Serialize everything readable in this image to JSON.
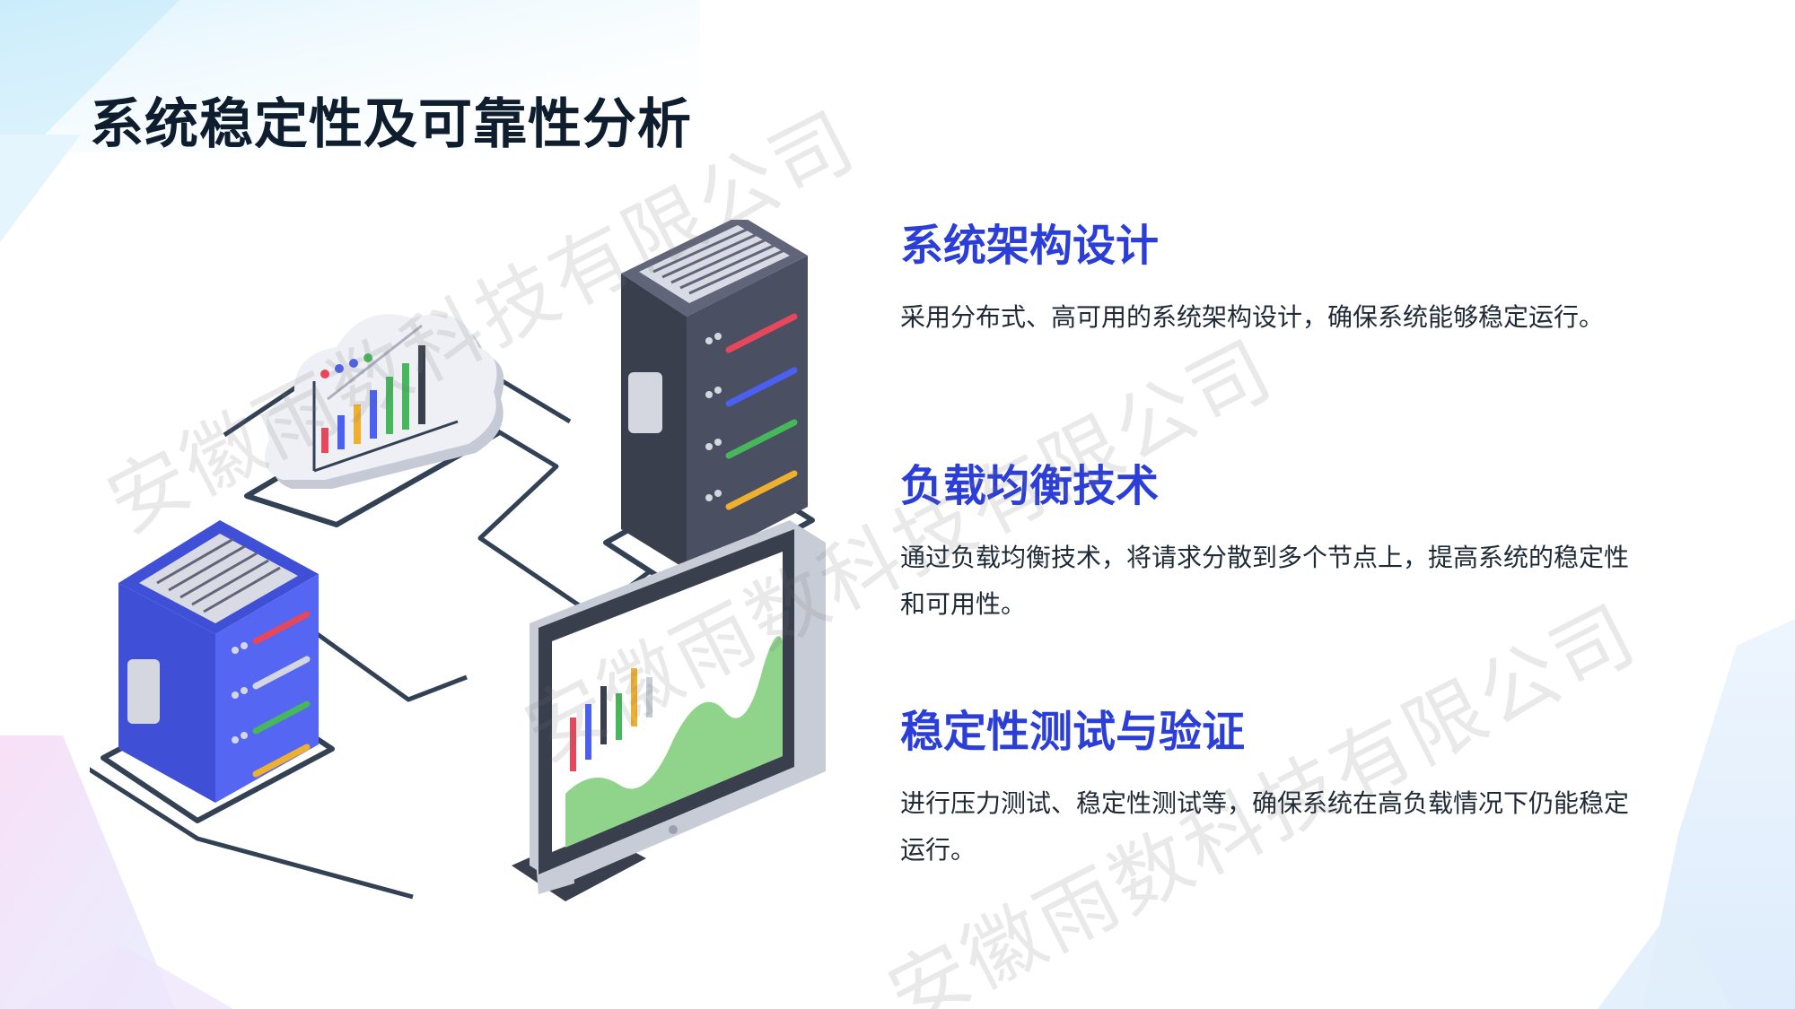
{
  "title": "系统稳定性及可靠性分析",
  "sections": [
    {
      "heading": "系统架构设计",
      "text": "采用分布式、高可用的系统架构设计，确保系统能够稳定运行。"
    },
    {
      "heading": "负载均衡技术",
      "text": "通过负载均衡技术，将请求分散到多个节点上，提高系统的稳定性和可用性。"
    },
    {
      "heading": "稳定性测试与验证",
      "text": "进行压力测试、稳定性测试等，确保系统在高负载情况下仍能稳定运行。"
    }
  ],
  "watermark": "安徽雨数科技有限公司",
  "colors": {
    "heading_accent": "#2b3ed8",
    "title": "#0f1e2e",
    "server_blue": "#4b5ff0",
    "server_dark": "#3a3f4e"
  },
  "icons": [
    "cloud-chart-icon",
    "dark-server-icon",
    "blue-server-icon",
    "monitor-chart-icon"
  ]
}
